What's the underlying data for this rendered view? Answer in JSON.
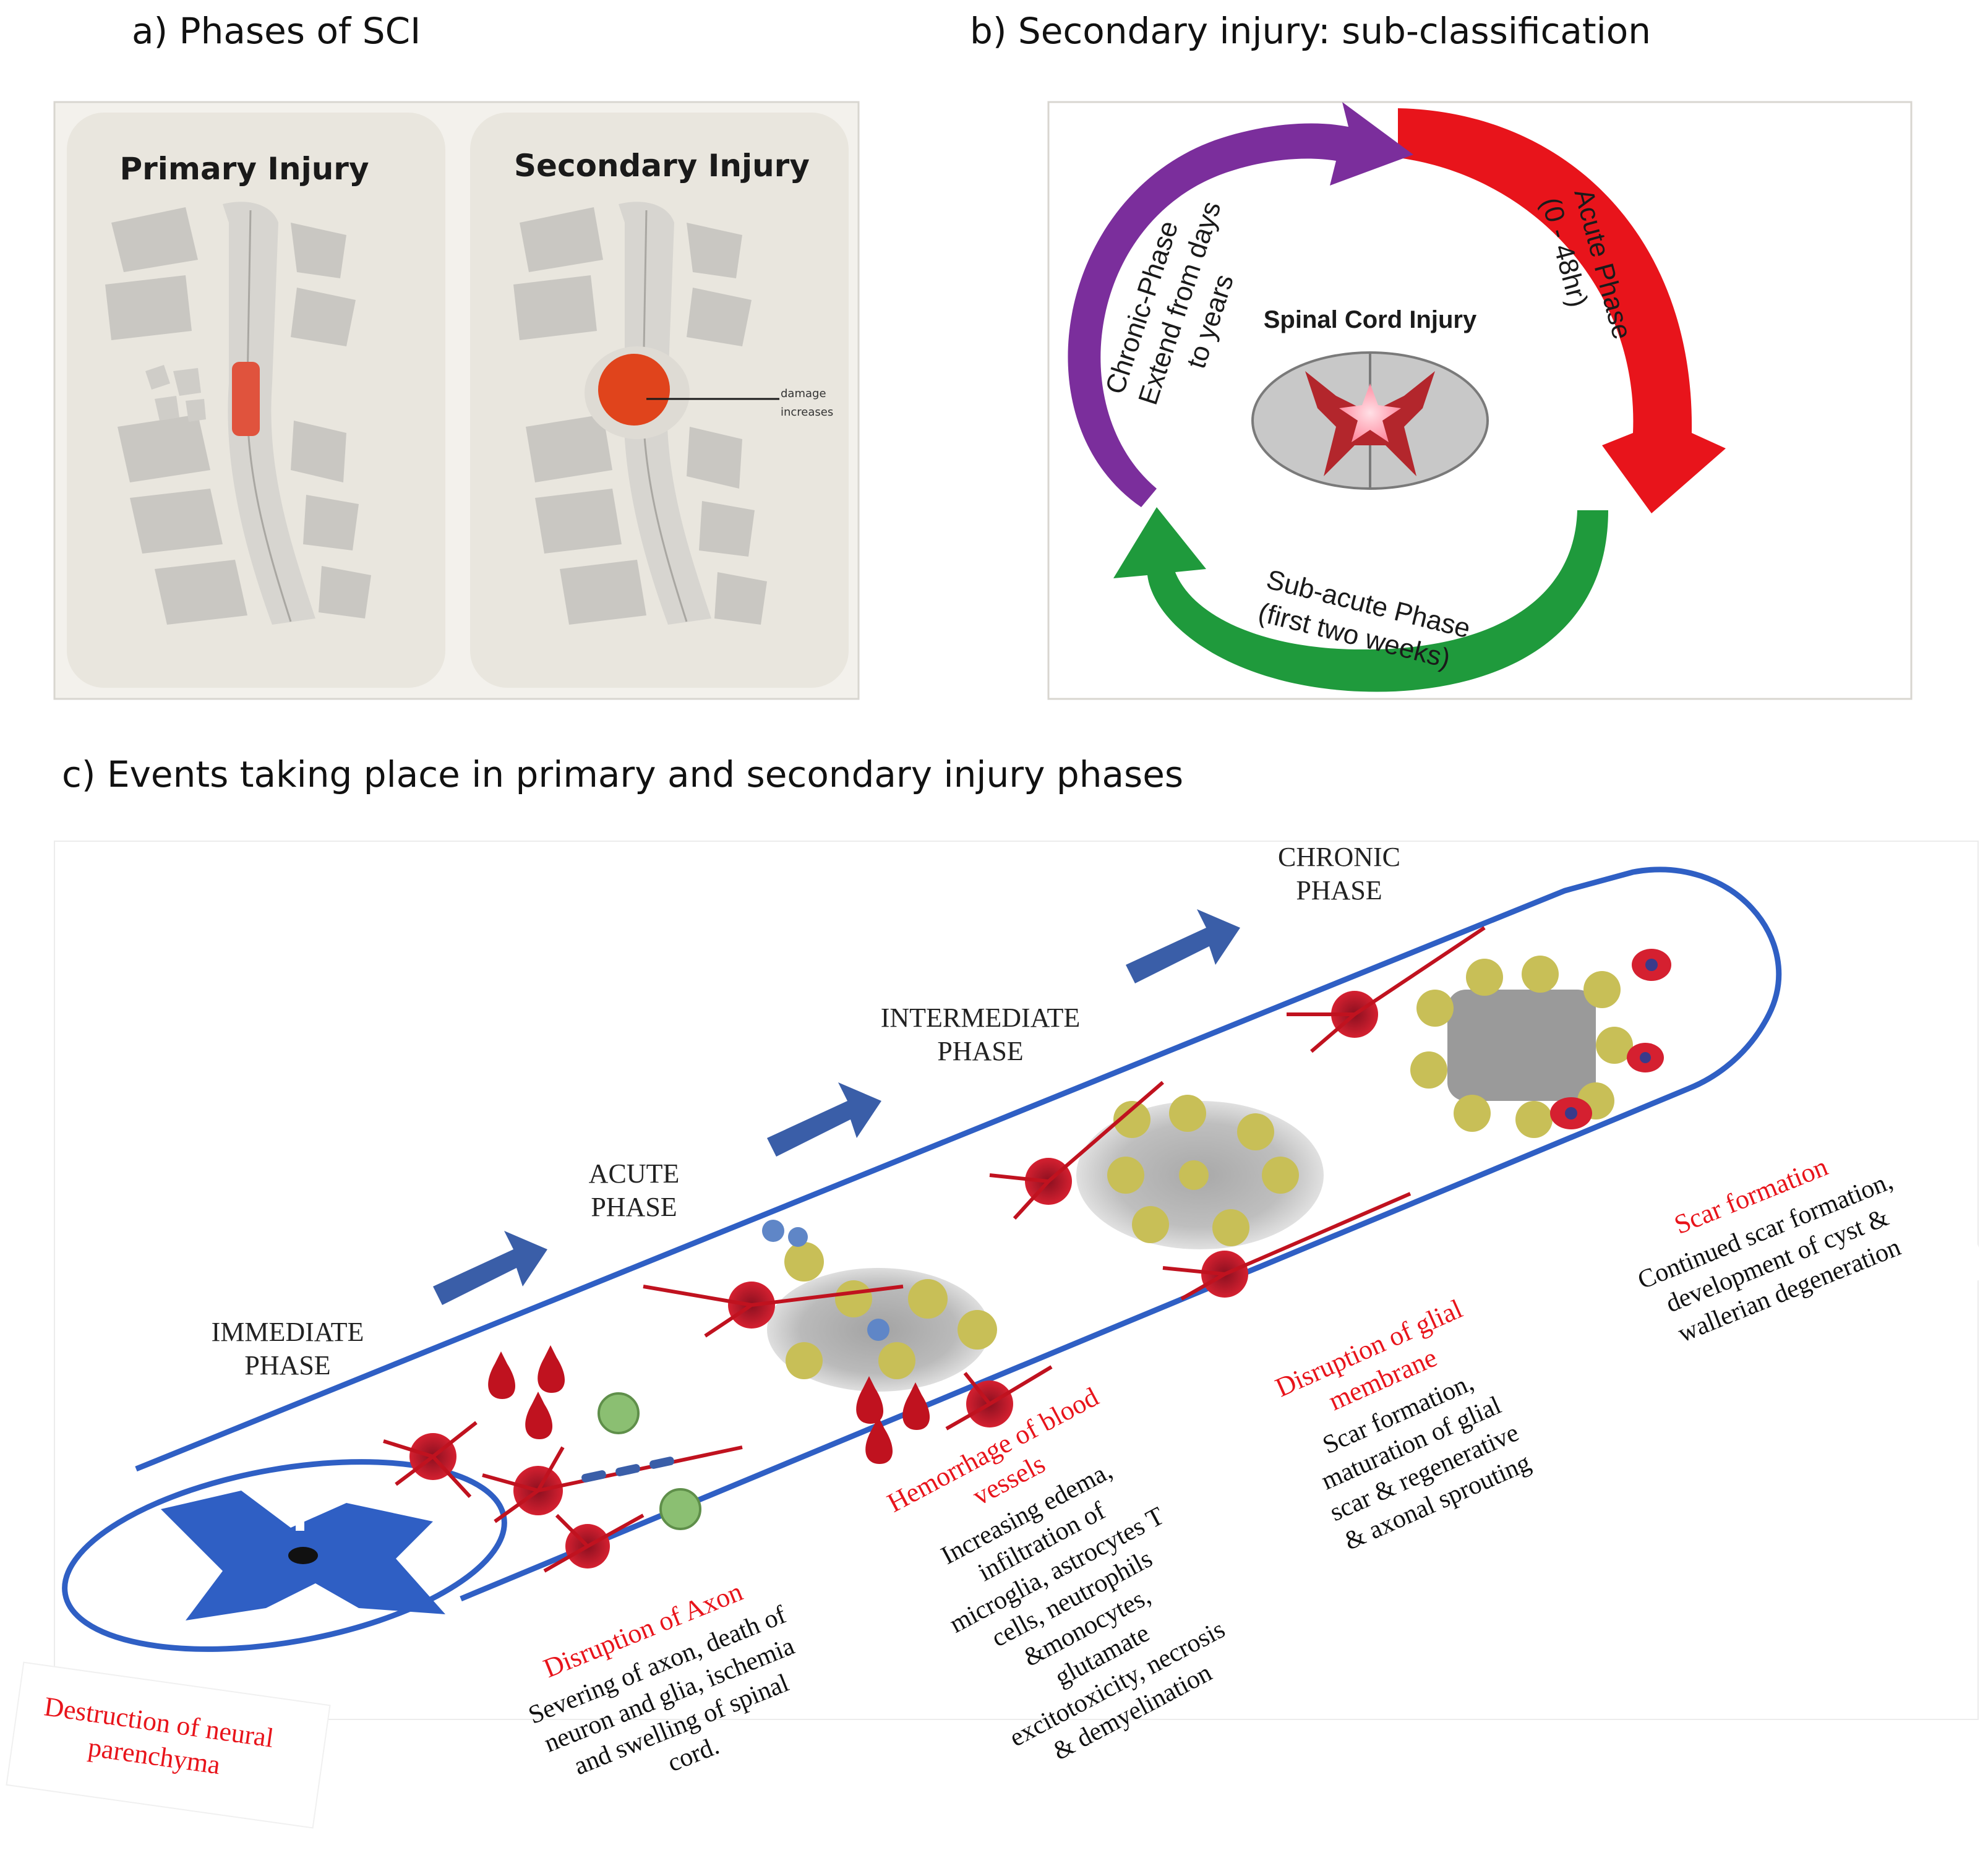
{
  "panel_a": {
    "title": "a) Phases of SCI",
    "primary_label": "Primary Injury",
    "secondary_label": "Secondary Injury",
    "damage_note_1": "damage",
    "damage_note_2": "increases"
  },
  "panel_b": {
    "title": "b) Secondary injury: sub-classification",
    "center_label": "Spinal Cord Injury",
    "acute_line1": "Acute Phase",
    "acute_line2": "(0 - 48hr)",
    "subacute_line1": "Sub-acute Phase",
    "subacute_line2": "(first two weeks)",
    "chronic_line1": "Chronic-Phase",
    "chronic_line2": "Extend from days",
    "chronic_line3": "to years",
    "colors": {
      "acute": "#e8141b",
      "subacute": "#1f9a3c",
      "chronic": "#7b2e9c"
    }
  },
  "panel_c": {
    "title": "c) Events taking place in primary and secondary injury phases",
    "phases": [
      {
        "line1": "IMMEDIATE",
        "line2": "PHASE"
      },
      {
        "line1": "ACUTE",
        "line2": "PHASE"
      },
      {
        "line1": "INTERMEDIATE",
        "line2": "PHASE"
      },
      {
        "line1": "CHRONIC",
        "line2": "PHASE"
      }
    ],
    "cards": {
      "destruction": {
        "heading": "Destruction of neural",
        "heading2": "parenchyma"
      },
      "axon": {
        "heading": "Disruption of Axon",
        "lines": [
          "Severing of axon, death of",
          "neuron and glia, ischemia",
          "and swelling of spinal",
          "cord."
        ]
      },
      "hemorrhage": {
        "heading": "Hemorrhage of blood",
        "heading2": "vessels",
        "lines": [
          "Increasing edema,",
          "infiltration of",
          "microglia, astrocytes T",
          "cells, neutrophils",
          "&monocytes,",
          "glutamate",
          "excitotoxicity, necrosis",
          "& demyelination"
        ]
      },
      "glial": {
        "heading": "Disruption of glial",
        "heading2": "membrane",
        "lines": [
          "Scar formation,",
          "maturation of glial",
          "scar & regenerative",
          "& axonal sprouting"
        ]
      },
      "scar": {
        "heading": "Scar formation",
        "lines": [
          "Continued scar formation,",
          "development of cyst &",
          "wallerian degeneration"
        ]
      }
    },
    "colors": {
      "heading_red": "#e8141b",
      "tube_blue": "#2f5fc4",
      "arrow_blue": "#3a5ea8"
    }
  }
}
